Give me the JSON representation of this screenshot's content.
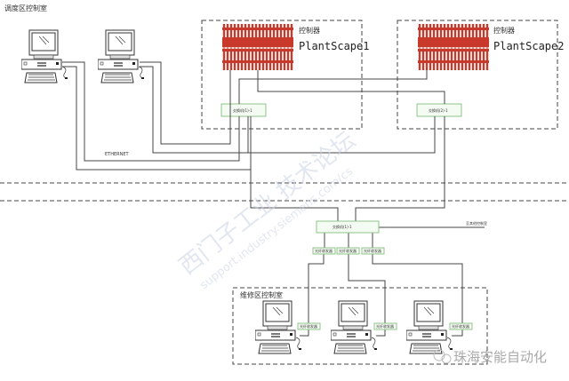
{
  "title": "调度区控制室",
  "controllers": [
    {
      "label": "控制器",
      "name": "PlantScape1",
      "switch_label": "交换机(1)-1"
    },
    {
      "label": "控制器",
      "name": "PlantScape2",
      "switch_label": "交换机(2)-1"
    }
  ],
  "ethernet_label": "ETHERNET",
  "main_switch_label": "交换机(1)-1",
  "to_other_label": "至其他控制室",
  "fiber_label": "光纤收发器",
  "bottom_room_title": "维修区控制室",
  "watermark": {
    "cn": "西门子工业 技术论坛",
    "url": "support.industry.siemens.com/cs"
  },
  "brand": "珠海安能自动化",
  "colors": {
    "rack": "#c8392b",
    "switch_border": "#8fc48a"
  }
}
